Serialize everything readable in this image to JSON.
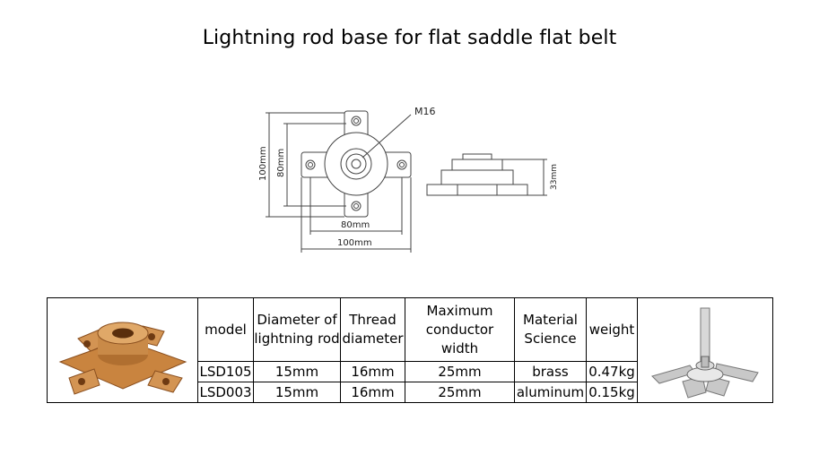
{
  "title": "Lightning rod base for flat saddle flat belt",
  "drawing": {
    "thread_label": "M16",
    "dim_outer_vertical": "100mm",
    "dim_inner_vertical": "80mm",
    "dim_inner_horizontal": "80mm",
    "dim_outer_horizontal": "100mm",
    "dim_height": "33mm"
  },
  "table": {
    "headers": [
      "model",
      "Diameter of lightning rod",
      "Thread diameter",
      "Maximum conductor width",
      "Material Science",
      "weight"
    ],
    "rows": [
      [
        "LSD105",
        "15mm",
        "16mm",
        "25mm",
        "brass",
        "0.47kg"
      ],
      [
        "LSD003",
        "15mm",
        "16mm",
        "25mm",
        "aluminum",
        "0.15kg"
      ]
    ]
  },
  "colors": {
    "brass": "#c9843f",
    "brass_dark": "#8a4f1f",
    "steel": "#b8b8b8"
  }
}
